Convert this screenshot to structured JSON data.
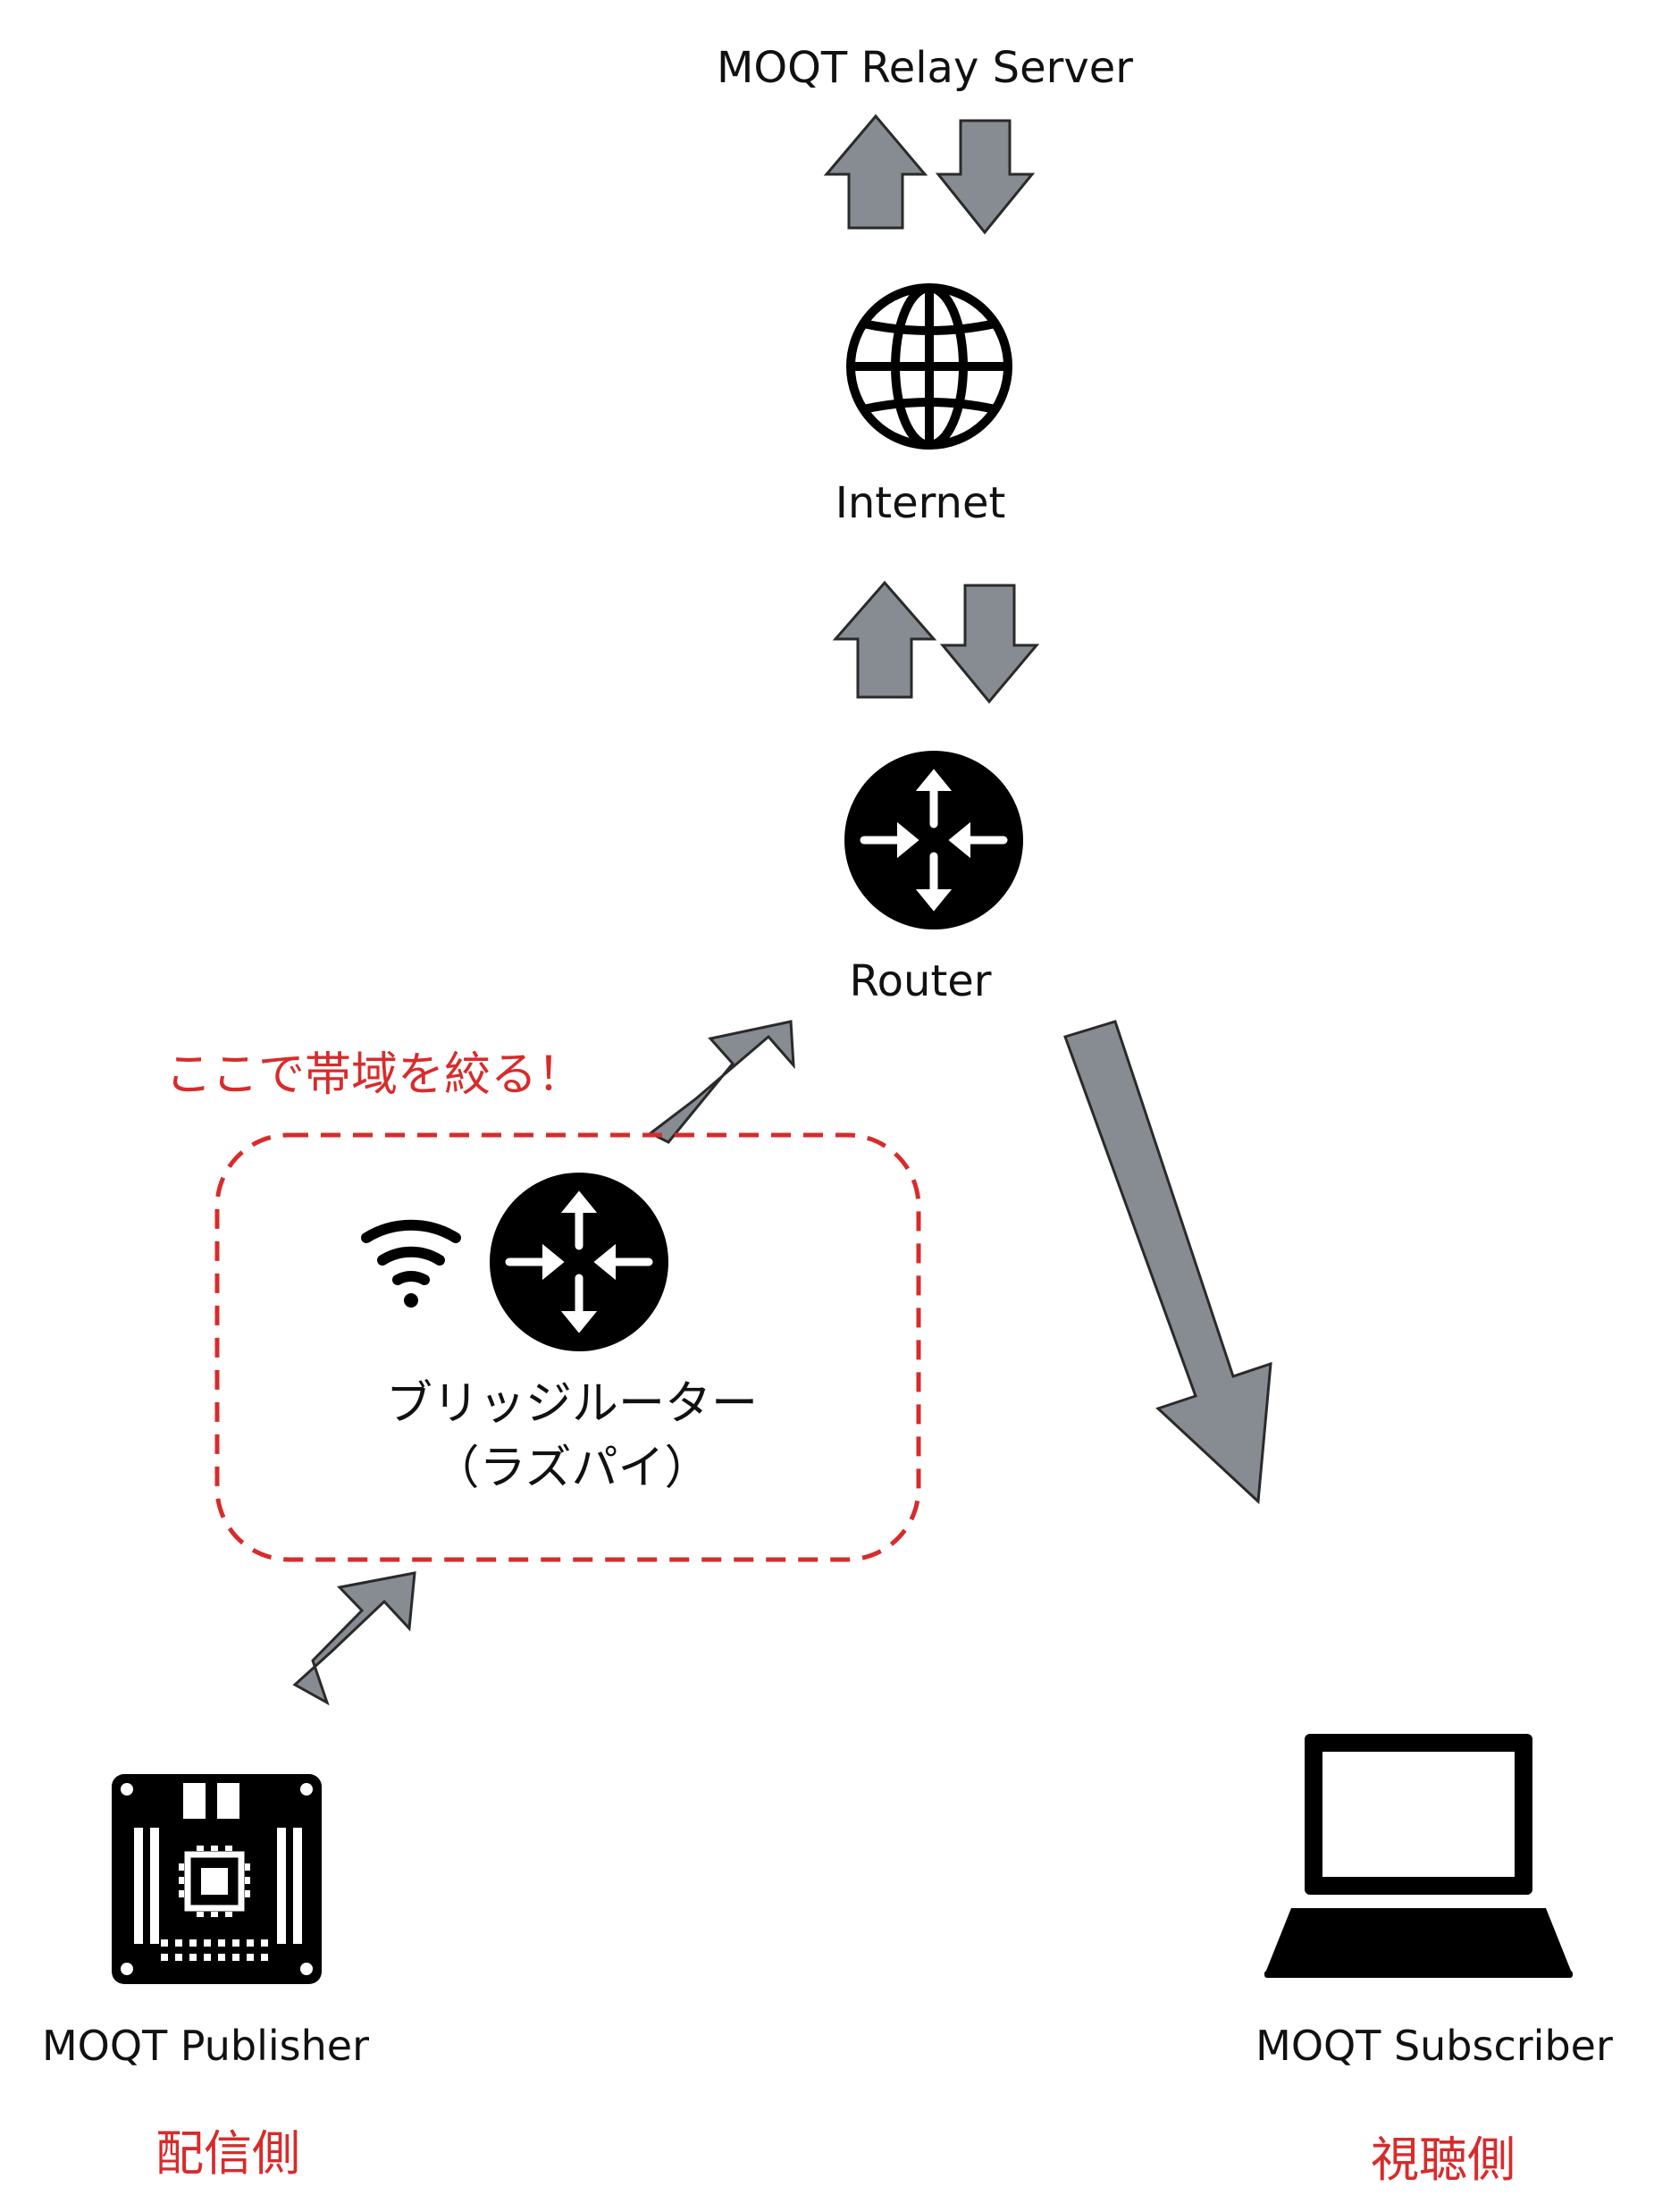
{
  "nodes": {
    "relay": {
      "label": "MOQT Relay Server",
      "icon": "server-label"
    },
    "internet": {
      "label": "Internet",
      "icon": "globe-icon"
    },
    "router": {
      "label": "Router",
      "icon": "router-icon"
    },
    "bridge": {
      "label_line1": "ブリッジルーター",
      "label_line2": "（ラズパイ）",
      "icons": [
        "wifi-icon",
        "router-icon"
      ]
    },
    "publisher": {
      "label": "MOQT Publisher",
      "role": "配信側",
      "icon": "raspberry-pi-board-icon"
    },
    "subscriber": {
      "label": "MOQT Subscriber",
      "role": "視聴側",
      "icon": "laptop-icon"
    }
  },
  "annotation": {
    "text": "ここで帯域を絞る！"
  },
  "colors": {
    "arrow_fill": "#868c92",
    "arrow_stroke": "#2a2a2a",
    "annotation": "#d82b2b",
    "icon": "#000000",
    "text": "#111111"
  }
}
